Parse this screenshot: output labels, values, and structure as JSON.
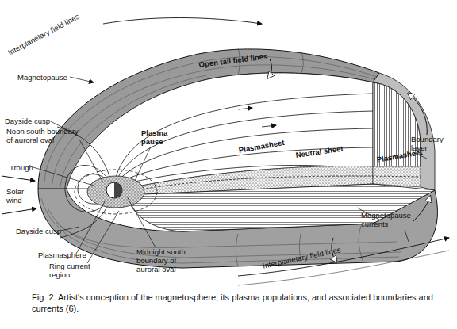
{
  "diagram": {
    "caption": "Fig. 2. Artist's conception of the magnetosphere, its plasma populations, and associated boundaries and currents (6).",
    "labels": [
      "Interplanetary field lines",
      "Magnetopause",
      "Open tail field lines",
      "Dayside cusp",
      "Noon south boundary of auroral oval",
      "Plasmasheet",
      "Plasma pause",
      "Neutral sheet",
      "Plasmasheet",
      "Boundary layer",
      "Trough",
      "Solar wind",
      "Dayside cusp",
      "Magnetopause currents",
      "Plasmasphere",
      "Ring current region",
      "Midnight south boundary of auroral oval",
      "Interplanetary field lines"
    ]
  }
}
